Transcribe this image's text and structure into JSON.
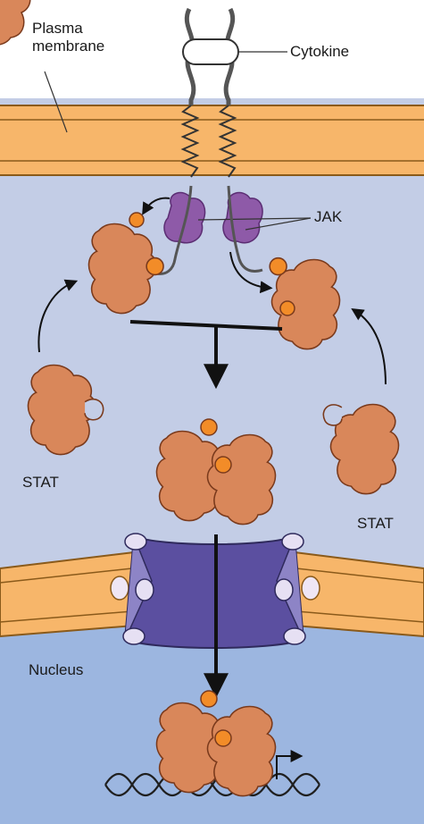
{
  "labels": {
    "plasma_membrane": "Plasma\nmembrane",
    "cytokine": "Cytokine",
    "jak": "JAK",
    "stat_left": "STAT",
    "stat_right": "STAT",
    "nucleus": "Nucleus"
  },
  "colors": {
    "cytoplasm": "#c3cde6",
    "membrane": "#f7b66a",
    "membrane_line": "#8a5a1a",
    "protein": "#d9875a",
    "protein_edge": "#7a3a1c",
    "phosphate": "#f28c28",
    "jak": "#8e5aa8",
    "nuclear_pore": "#5b4fa0",
    "nucleus": "#9cb6e0",
    "dna": "#1f1f1f"
  }
}
